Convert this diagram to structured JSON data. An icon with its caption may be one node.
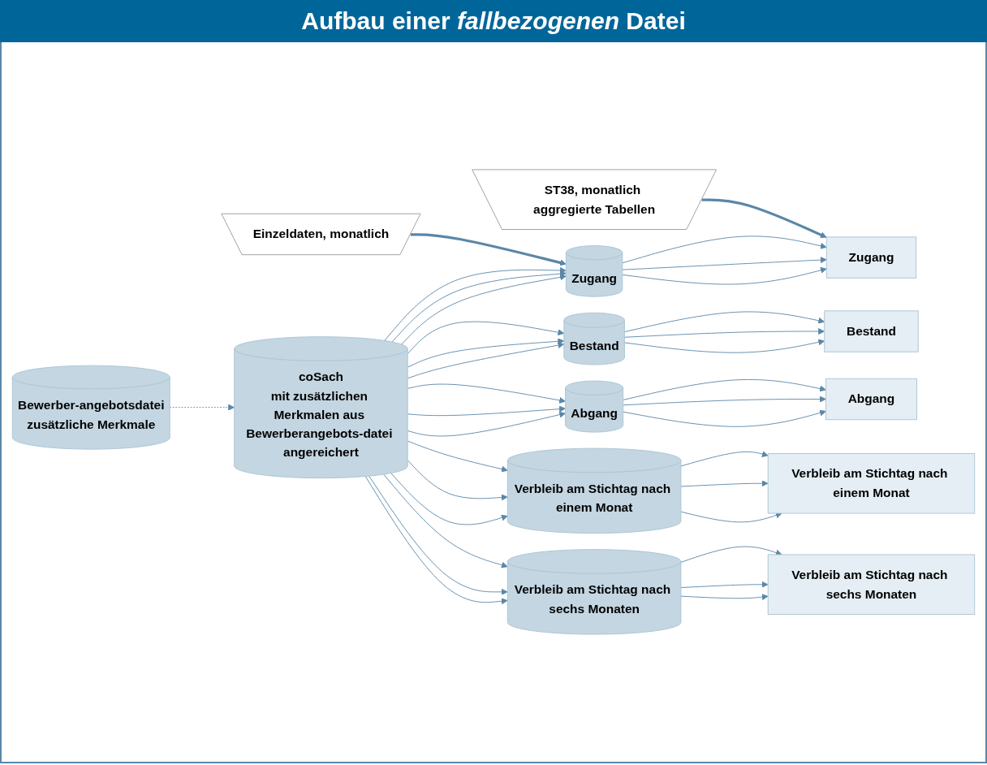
{
  "diagram": {
    "title": "Aufbau einer *fallbezogenen* Datei",
    "nodes": [
      {
        "text": [
          "coSach",
          "mit zusätzlichen Merkmalen aus Bewerberangebots-datei angereichert"
        ]
      },
      {
        "text": [
          "Bewerber-angebotsdatei",
          "zusätzliche Merkmale"
        ]
      },
      {
        "text": [
          "Einzeldaten, monatlich"
        ]
      },
      {
        "text": [
          "ST38, monatlich aggregierte Tabellen"
        ]
      },
      {
        "text": [
          "Zugang"
        ]
      },
      {
        "text": [
          "Bestand"
        ]
      },
      {
        "text": [
          "Abgang"
        ]
      },
      {
        "text": [
          "Verbleib am Stichtag nach einem Monat"
        ]
      },
      {
        "text": [
          "Verbleib am Stichtag nach sechs Monaten"
        ]
      },
      {
        "text": [
          "Zugang"
        ]
      },
      {
        "text": [
          "Bestand"
        ]
      },
      {
        "text": [
          "Abgang"
        ]
      },
      {
        "text": [
          "Verbleib am Stichtag nach einem Monat"
        ]
      },
      {
        "text": [
          "Verbleib am Stichtag nach sechs Monaten"
        ]
      }
    ],
    "edges": [
      {
        "from": 1,
        "to": 0,
        "arrow": "to",
        "style": "dashed"
      },
      {
        "from": 2,
        "to": 4,
        "arrow": "to",
        "style": "thick"
      },
      {
        "from": 3,
        "to": 9,
        "arrow": "to",
        "style": "thick"
      },
      {
        "from": 0,
        "to": 4,
        "arrow": "to"
      },
      {
        "from": 0,
        "to": 4,
        "arrow": "to"
      },
      {
        "from": 0,
        "to": 4,
        "arrow": "to"
      },
      {
        "from": 0,
        "to": 5,
        "arrow": "to"
      },
      {
        "from": 0,
        "to": 5,
        "arrow": "to"
      },
      {
        "from": 0,
        "to": 5,
        "arrow": "to"
      },
      {
        "from": 0,
        "to": 6,
        "arrow": "to"
      },
      {
        "from": 0,
        "to": 6,
        "arrow": "to"
      },
      {
        "from": 0,
        "to": 6,
        "arrow": "to"
      },
      {
        "from": 0,
        "to": 7,
        "arrow": "to"
      },
      {
        "from": 0,
        "to": 7,
        "arrow": "to"
      },
      {
        "from": 0,
        "to": 7,
        "arrow": "to"
      },
      {
        "from": 0,
        "to": 8,
        "arrow": "to"
      },
      {
        "from": 0,
        "to": 8,
        "arrow": "to"
      },
      {
        "from": 0,
        "to": 8,
        "arrow": "to"
      },
      {
        "from": 4,
        "to": 9,
        "arrow": "to"
      },
      {
        "from": 4,
        "to": 9,
        "arrow": "to"
      },
      {
        "from": 4,
        "to": 9,
        "arrow": "to"
      },
      {
        "from": 5,
        "to": 10,
        "arrow": "to"
      },
      {
        "from": 5,
        "to": 10,
        "arrow": "to"
      },
      {
        "from": 5,
        "to": 10,
        "arrow": "to"
      },
      {
        "from": 6,
        "to": 11,
        "arrow": "to"
      },
      {
        "from": 6,
        "to": 11,
        "arrow": "to"
      },
      {
        "from": 6,
        "to": 11,
        "arrow": "to"
      },
      {
        "from": 7,
        "to": 12,
        "arrow": "to"
      },
      {
        "from": 7,
        "to": 12,
        "arrow": "to"
      },
      {
        "from": 7,
        "to": 12,
        "arrow": "to"
      },
      {
        "from": 8,
        "to": 13,
        "arrow": "to"
      },
      {
        "from": 8,
        "to": 13,
        "arrow": "to"
      },
      {
        "from": 8,
        "to": 13,
        "arrow": "to"
      }
    ]
  }
}
